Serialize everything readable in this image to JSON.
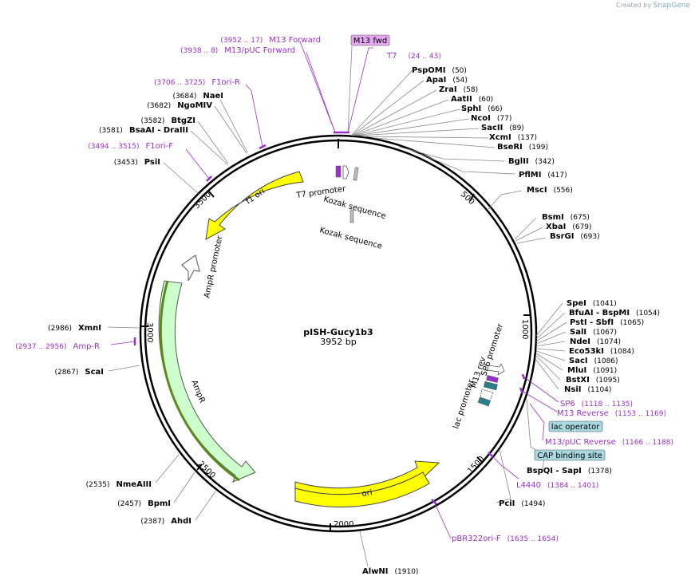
{
  "credit": {
    "prefix": "Created by",
    "brand": "SnapGene"
  },
  "plasmid": {
    "name": "pISH-Gucy1b3",
    "length_label": "3952 bp",
    "length": 3952
  },
  "colors": {
    "enzyme": "#000000",
    "primer": "#9b2fc9",
    "ori": "#ffff00",
    "ampr": "#ccffcc",
    "ampr_border": "#5a8a1a",
    "lac": "#a8d8e0",
    "teal": "#2a7f8a",
    "magenta_box": "#e6a8f0"
  },
  "ticks": [
    "500",
    "1000",
    "1500",
    "2000",
    "2500",
    "3000",
    "3500"
  ],
  "enzymes_right": [
    {
      "name": "PspOMI",
      "pos": "(50)"
    },
    {
      "name": "ApaI",
      "pos": "(54)"
    },
    {
      "name": "ZraI",
      "pos": "(58)"
    },
    {
      "name": "AatII",
      "pos": "(60)"
    },
    {
      "name": "SphI",
      "pos": "(66)"
    },
    {
      "name": "NcoI",
      "pos": "(77)"
    },
    {
      "name": "SacII",
      "pos": "(89)"
    },
    {
      "name": "XcmI",
      "pos": "(137)"
    },
    {
      "name": "BseRI",
      "pos": "(199)"
    },
    {
      "name": "BglII",
      "pos": "(342)"
    },
    {
      "name": "PflMI",
      "pos": "(417)"
    },
    {
      "name": "MscI",
      "pos": "(556)"
    },
    {
      "name": "BsmI",
      "pos": "(675)"
    },
    {
      "name": "XbaI",
      "pos": "(679)"
    },
    {
      "name": "BsrGI",
      "pos": "(693)"
    },
    {
      "name": "SpeI",
      "pos": "(1041)"
    },
    {
      "name": "BfuAI  - BspMI",
      "pos": "(1054)"
    },
    {
      "name": "PstI  - SbfI",
      "pos": "(1065)"
    },
    {
      "name": "SalI",
      "pos": "(1067)"
    },
    {
      "name": "NdeI",
      "pos": "(1074)"
    },
    {
      "name": "Eco53kI",
      "pos": "(1084)"
    },
    {
      "name": "SacI",
      "pos": "(1086)"
    },
    {
      "name": "MluI",
      "pos": "(1091)"
    },
    {
      "name": "BstXI",
      "pos": "(1095)"
    },
    {
      "name": "NsiI",
      "pos": "(1104)"
    },
    {
      "name": "BspQI  - SapI",
      "pos": "(1378)"
    },
    {
      "name": "PciI",
      "pos": "(1494)"
    },
    {
      "name": "AlwNI",
      "pos": "(1910)"
    }
  ],
  "enzymes_left": [
    {
      "name": "NaeI",
      "pos": "(3684)"
    },
    {
      "name": "NgoMIV",
      "pos": "(3682)"
    },
    {
      "name": "BtgZI",
      "pos": "(3582)"
    },
    {
      "name": "BsaAI  - DraIII",
      "pos": "(3581)"
    },
    {
      "name": "PsiI",
      "pos": "(3453)"
    },
    {
      "name": "XmnI",
      "pos": "(2986)"
    },
    {
      "name": "ScaI",
      "pos": "(2867)"
    },
    {
      "name": "NmeAIII",
      "pos": "(2535)"
    },
    {
      "name": "BpmI",
      "pos": "(2457)"
    },
    {
      "name": "AhdI",
      "pos": "(2387)"
    }
  ],
  "primers": [
    {
      "name": "M13 Forward",
      "range": "(3952 .. 17)"
    },
    {
      "name": "M13/pUC Forward",
      "range": "(3938 .. 8)"
    },
    {
      "name": "T7",
      "range": "(24 .. 43)"
    },
    {
      "name": "F1ori-R",
      "range": "(3706 .. 3725)"
    },
    {
      "name": "F1ori-F",
      "range": "(3494 .. 3515)"
    },
    {
      "name": "Amp-R",
      "range": "(2937 .. 2956)"
    },
    {
      "name": "SP6",
      "range": "(1118 .. 1135)"
    },
    {
      "name": "M13 Reverse",
      "range": "(1153 .. 1169)"
    },
    {
      "name": "M13/pUC Reverse",
      "range": "(1166 .. 1188)"
    },
    {
      "name": "L4440",
      "range": "(1384 .. 1401)"
    },
    {
      "name": "pBR322ori-F",
      "range": "(1635 .. 1654)"
    }
  ],
  "boxed": [
    {
      "name": "M13 fwd"
    },
    {
      "name": "lac operator"
    },
    {
      "name": "CAP binding site"
    }
  ],
  "features": [
    {
      "name": "f1 ori"
    },
    {
      "name": "AmpR promoter"
    },
    {
      "name": "AmpR"
    },
    {
      "name": "ori"
    },
    {
      "name": "T7 promoter"
    },
    {
      "name": "Kozak sequence"
    },
    {
      "name": "Kozak sequence"
    },
    {
      "name": "M13 rev"
    },
    {
      "name": "SP6 promoter"
    },
    {
      "name": "lac promoter"
    }
  ]
}
